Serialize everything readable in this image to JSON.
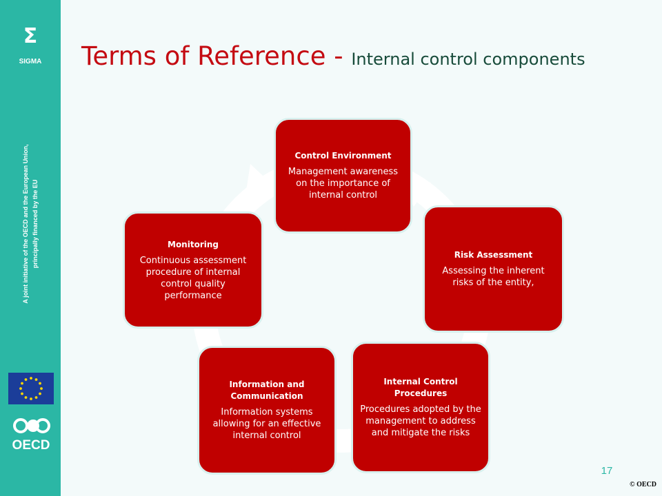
{
  "colors": {
    "sidebar": "#2bb7a5",
    "title_red": "#c40b12",
    "box_fill": "#c00000",
    "ring": "#ffffff"
  },
  "sidebar": {
    "sigma_symbol": "Σ",
    "sigma_label": "SIGMA",
    "note_line1": "A joint initiative of the OECD and the European Union,",
    "note_line2": "principally financed by the EU",
    "logos": [
      "eu-flag",
      "OECD"
    ]
  },
  "title": {
    "main": "Terms of Reference - ",
    "sub": "Internal control components"
  },
  "diagram": {
    "type": "cycle",
    "components": [
      {
        "title": "Control Environment",
        "text": "Management awareness on the importance of internal control"
      },
      {
        "title": "Risk Assessment",
        "text": "Assessing the inherent risks of the entity,"
      },
      {
        "title": "Internal Control Procedures",
        "text": "Procedures adopted by the management to address and mitigate the risks"
      },
      {
        "title": "Information and Communication",
        "text": "Information systems allowing for an effective internal control"
      },
      {
        "title": "Monitoring",
        "text": "Continuous assessment procedure of internal control quality performance"
      }
    ]
  },
  "footer": {
    "page_number": "17",
    "copyright": "© OECD"
  }
}
